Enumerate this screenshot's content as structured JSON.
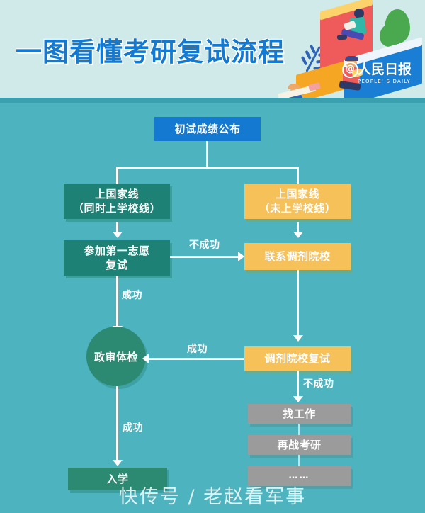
{
  "header": {
    "title": "一图看懂考研复试流程",
    "brand_name": "人民日报",
    "brand_sub": "PEOPLE' S DAILY",
    "brand_at": "@",
    "bg_color": "#cfeae9",
    "title_color": "#1479d0"
  },
  "page": {
    "background_color": "#4cb3bf",
    "watermark": "快传号 / 老赵看军事"
  },
  "flow": {
    "nodes": [
      {
        "id": "n1",
        "label": "初试成绩公布",
        "color": "#1479d0",
        "shape": "rect"
      },
      {
        "id": "n2",
        "label": "上国家线\n（同时上学校线）",
        "color": "#1d8275",
        "shape": "rect"
      },
      {
        "id": "n3",
        "label": "上国家线\n（未上学校线）",
        "color": "#f7c159",
        "shape": "rect"
      },
      {
        "id": "n4",
        "label": "参加第一志愿\n复试",
        "color": "#1d8275",
        "shape": "rect"
      },
      {
        "id": "n5",
        "label": "联系调剂院校",
        "color": "#f7c159",
        "shape": "rect"
      },
      {
        "id": "n6",
        "label": "政审体检",
        "color": "#2d8a72",
        "shape": "circle"
      },
      {
        "id": "n7",
        "label": "调剂院校复试",
        "color": "#f7c159",
        "shape": "rect"
      },
      {
        "id": "n8",
        "label": "找工作",
        "color": "#9b9b9b",
        "shape": "rect"
      },
      {
        "id": "n9",
        "label": "再战考研",
        "color": "#9b9b9b",
        "shape": "rect"
      },
      {
        "id": "n10",
        "label": "……",
        "color": "#9b9b9b",
        "shape": "rect"
      },
      {
        "id": "n11",
        "label": "入学",
        "color": "#2d8a72",
        "shape": "rect"
      }
    ],
    "node_labels": {
      "n1": "初试成绩公布",
      "n2_line1": "上国家线",
      "n2_line2": "（同时上学校线）",
      "n3_line1": "上国家线",
      "n3_line2": "（未上学校线）",
      "n4_line1": "参加第一志愿",
      "n4_line2": "复试",
      "n5": "联系调剂院校",
      "n6": "政审体检",
      "n7": "调剂院校复试",
      "n8": "找工作",
      "n9": "再战考研",
      "n10": "……",
      "n11": "入学"
    },
    "edge_labels": {
      "fail_first": "不成功",
      "success_first": "成功",
      "success_transfer": "成功",
      "fail_transfer": "不成功",
      "success_enroll": "成功"
    }
  }
}
